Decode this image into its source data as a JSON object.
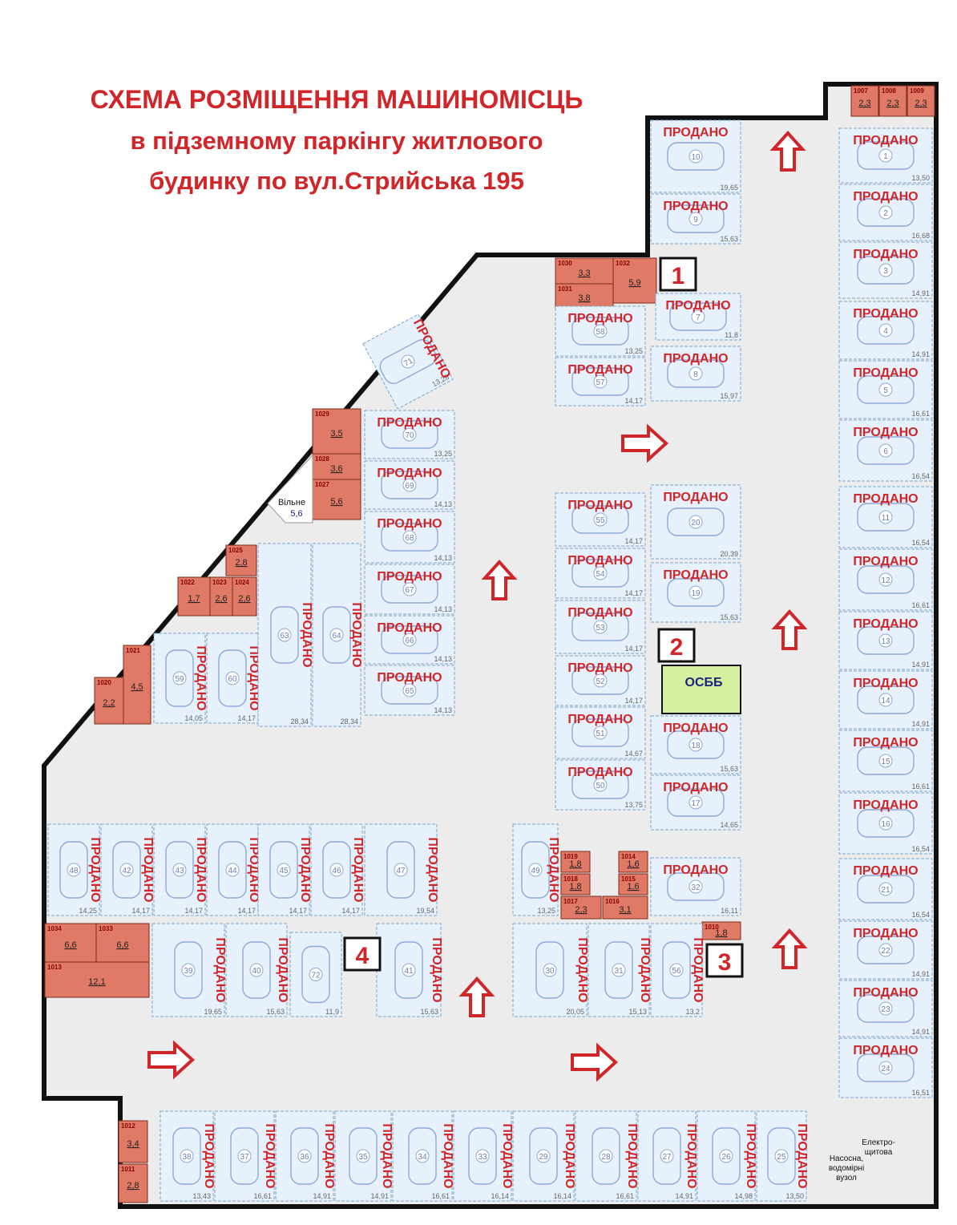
{
  "title": {
    "line1": "СХЕМА РОЗМІЩЕННЯ МАШИНОМІСЦЬ",
    "line2": "в підземному паркінгу житлового",
    "line3": "будинку по вул.Стрийська 195"
  },
  "status_sold": "ПРОДАНО",
  "colors": {
    "sold": "#d0262a",
    "slot_fill": "#e6f1fb",
    "slot_border": "#7aa7cf",
    "storage": "#e07a66",
    "floor": "#ececec",
    "wall": "#111111",
    "osbb": "#d6f0a0"
  },
  "stairs": [
    "1",
    "2",
    "3",
    "4"
  ],
  "labels": {
    "osbb": "ОСББ",
    "free": "Вільне",
    "free_area": "5,6",
    "electro": "Електро-\nщитова",
    "pump": "Насосна,\nводомірні\nвузол"
  },
  "slots": [
    {
      "n": "1",
      "area": "13,50",
      "sold": true
    },
    {
      "n": "2",
      "area": "16,68",
      "sold": true
    },
    {
      "n": "3",
      "area": "14,91",
      "sold": true
    },
    {
      "n": "4",
      "area": "14,91",
      "sold": true
    },
    {
      "n": "5",
      "area": "16,61",
      "sold": true
    },
    {
      "n": "6",
      "area": "16,54",
      "sold": true
    },
    {
      "n": "7",
      "area": "11,8",
      "sold": true
    },
    {
      "n": "8",
      "area": "15,97",
      "sold": true
    },
    {
      "n": "9",
      "area": "15,63",
      "sold": true
    },
    {
      "n": "10",
      "area": "19,65",
      "sold": true
    },
    {
      "n": "11",
      "area": "16,54",
      "sold": true
    },
    {
      "n": "12",
      "area": "16,61",
      "sold": true
    },
    {
      "n": "13",
      "area": "14,91",
      "sold": true
    },
    {
      "n": "14",
      "area": "14,91",
      "sold": true
    },
    {
      "n": "15",
      "area": "16,61",
      "sold": true
    },
    {
      "n": "16",
      "area": "16,54",
      "sold": true
    },
    {
      "n": "17",
      "area": "14,65",
      "sold": true
    },
    {
      "n": "18",
      "area": "15,63",
      "sold": true
    },
    {
      "n": "19",
      "area": "15,63",
      "sold": true
    },
    {
      "n": "20",
      "area": "20,39",
      "sold": true
    },
    {
      "n": "21",
      "area": "16,54",
      "sold": true
    },
    {
      "n": "22",
      "area": "14,91",
      "sold": true
    },
    {
      "n": "23",
      "area": "14,91",
      "sold": true
    },
    {
      "n": "24",
      "area": "16,51",
      "sold": true
    },
    {
      "n": "25",
      "area": "13,50",
      "sold": true
    },
    {
      "n": "26",
      "area": "14,98",
      "sold": true
    },
    {
      "n": "27",
      "area": "14,91",
      "sold": true
    },
    {
      "n": "28",
      "area": "16,61",
      "sold": true
    },
    {
      "n": "29",
      "area": "16,14",
      "sold": true
    },
    {
      "n": "30",
      "area": "20,05",
      "sold": true
    },
    {
      "n": "31",
      "area": "15,13",
      "sold": true
    },
    {
      "n": "32",
      "area": "16,11",
      "sold": true
    },
    {
      "n": "33",
      "area": "16,14",
      "sold": true
    },
    {
      "n": "34",
      "area": "16,61",
      "sold": true
    },
    {
      "n": "35",
      "area": "14,91",
      "sold": true
    },
    {
      "n": "36",
      "area": "14,91",
      "sold": true
    },
    {
      "n": "37",
      "area": "16,61",
      "sold": true
    },
    {
      "n": "38",
      "area": "13,43",
      "sold": true
    },
    {
      "n": "39",
      "area": "19,65",
      "sold": true
    },
    {
      "n": "40",
      "area": "15,63",
      "sold": true
    },
    {
      "n": "41",
      "area": "15,63",
      "sold": true
    },
    {
      "n": "42",
      "area": "14,17",
      "sold": true
    },
    {
      "n": "43",
      "area": "14,17",
      "sold": true
    },
    {
      "n": "44",
      "area": "14,17",
      "sold": true
    },
    {
      "n": "45",
      "area": "14,17",
      "sold": true
    },
    {
      "n": "46",
      "area": "14,17",
      "sold": true
    },
    {
      "n": "47",
      "area": "19,54",
      "sold": true
    },
    {
      "n": "48",
      "area": "14,25",
      "sold": true
    },
    {
      "n": "49",
      "area": "13,25",
      "sold": true
    },
    {
      "n": "50",
      "area": "13,75",
      "sold": true
    },
    {
      "n": "51",
      "area": "14,67",
      "sold": true
    },
    {
      "n": "52",
      "area": "14,17",
      "sold": true
    },
    {
      "n": "53",
      "area": "14,17",
      "sold": true
    },
    {
      "n": "54",
      "area": "14,17",
      "sold": true
    },
    {
      "n": "55",
      "area": "14,17",
      "sold": true
    },
    {
      "n": "56",
      "area": "13,2",
      "sold": true
    },
    {
      "n": "57",
      "area": "14,17",
      "sold": true
    },
    {
      "n": "58",
      "area": "13,25",
      "sold": true
    },
    {
      "n": "59",
      "area": "14,05",
      "sold": true
    },
    {
      "n": "60",
      "area": "14,17",
      "sold": true
    },
    {
      "n": "63",
      "area": "28,34",
      "sold": true
    },
    {
      "n": "64",
      "area": "28,34",
      "sold": true
    },
    {
      "n": "65",
      "area": "14,13",
      "sold": true
    },
    {
      "n": "66",
      "area": "14,13",
      "sold": true
    },
    {
      "n": "67",
      "area": "14,13",
      "sold": true
    },
    {
      "n": "68",
      "area": "14,13",
      "sold": true
    },
    {
      "n": "69",
      "area": "14,13",
      "sold": true
    },
    {
      "n": "70",
      "area": "13,25",
      "sold": true
    },
    {
      "n": "71",
      "area": "13,28",
      "sold": true
    },
    {
      "n": "72",
      "area": "11,9",
      "sold": false
    }
  ],
  "storages": [
    {
      "n": "1007",
      "area": "2,3"
    },
    {
      "n": "1008",
      "area": "2,3"
    },
    {
      "n": "1009",
      "area": "2,3"
    },
    {
      "n": "1030",
      "area": "3,3"
    },
    {
      "n": "1031",
      "area": "3,8"
    },
    {
      "n": "1032",
      "area": "5,9"
    },
    {
      "n": "1029",
      "area": "3,5"
    },
    {
      "n": "1028",
      "area": "3,6"
    },
    {
      "n": "1027",
      "area": "5,6"
    },
    {
      "n": "1025",
      "area": "2,8"
    },
    {
      "n": "1022",
      "area": "1,7"
    },
    {
      "n": "1023",
      "area": "2,6"
    },
    {
      "n": "1024",
      "area": "2,6"
    },
    {
      "n": "1020",
      "area": "2,2"
    },
    {
      "n": "1021",
      "area": "4,5"
    },
    {
      "n": "1034",
      "area": "6,6"
    },
    {
      "n": "1033",
      "area": "6,6"
    },
    {
      "n": "1013",
      "area": "12,1"
    },
    {
      "n": "1019",
      "area": "1,8"
    },
    {
      "n": "1018",
      "area": "1,8"
    },
    {
      "n": "1017",
      "area": "2,3"
    },
    {
      "n": "1014",
      "area": "1,6"
    },
    {
      "n": "1015",
      "area": "1,6"
    },
    {
      "n": "1016",
      "area": "3,1"
    },
    {
      "n": "1010",
      "area": "1,8"
    },
    {
      "n": "1012",
      "area": "3,4"
    },
    {
      "n": "1011",
      "area": "2,8"
    }
  ]
}
